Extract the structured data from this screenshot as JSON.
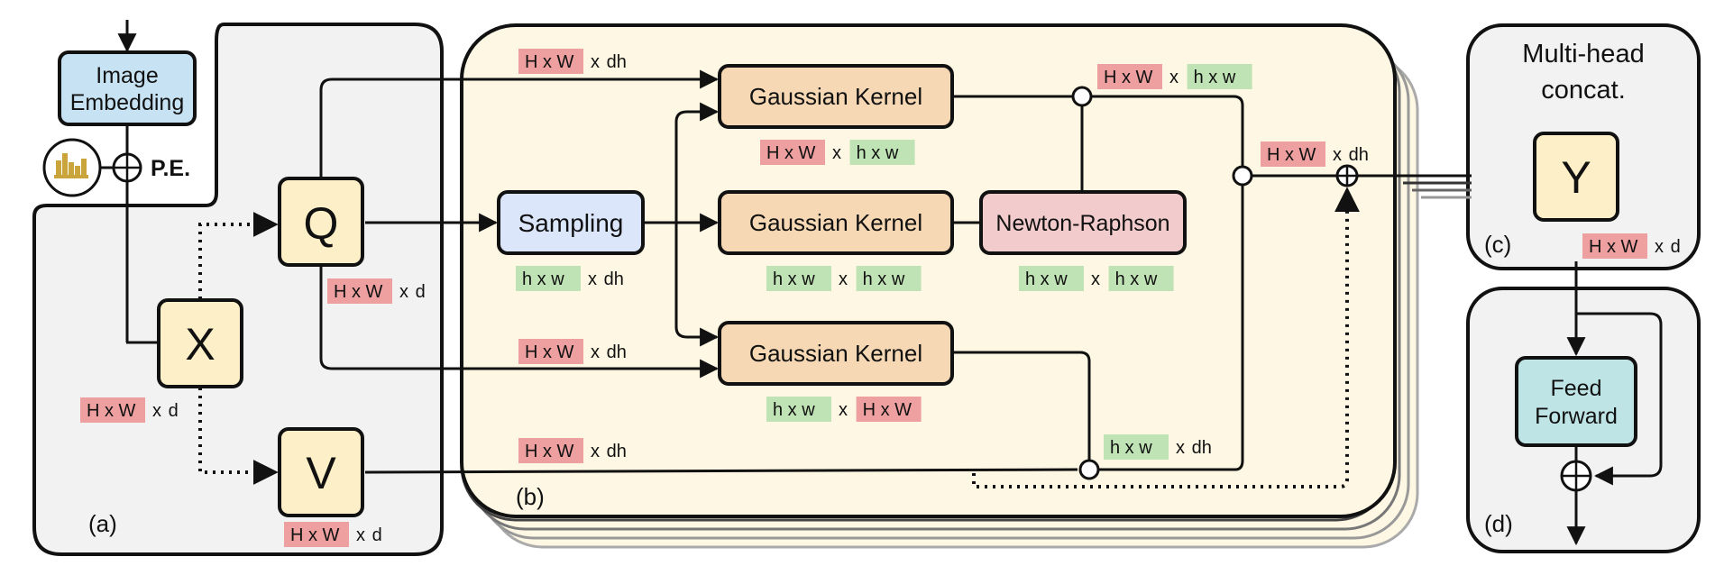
{
  "colors": {
    "panel_gray": "#f2f2f2",
    "panel_yellow": "#fdf7e3",
    "node_blue": "#c6e2f3",
    "node_lavender": "#dbe6fb",
    "node_yellow": "#fdf0c8",
    "node_orange": "#f6d8b4",
    "node_pink": "#f2cccc",
    "node_teal": "#bfe4e6",
    "tag_red": "#eea0a0",
    "tag_green": "#bfe3b4",
    "stroke": "#111111"
  },
  "panels": {
    "a": "(a)",
    "b": "(b)",
    "c": "(c)",
    "d": "(d)"
  },
  "nodes": {
    "image_embedding": [
      "Image",
      "Embedding"
    ],
    "pe": "P.E.",
    "x": "X",
    "q": "Q",
    "v": "V",
    "sampling": "Sampling",
    "gk_top": "Gaussian Kernel",
    "gk_mid": "Gaussian Kernel",
    "gk_bot": "Gaussian Kernel",
    "newton": "Newton-Raphson",
    "multihead": [
      "Multi-head",
      "concat."
    ],
    "y": "Y",
    "feedforward": [
      "Feed",
      "Forward"
    ]
  },
  "dims": {
    "x_out": {
      "a": "H x W",
      "sep": "x",
      "b": "d"
    },
    "q_out": {
      "a": "H x W",
      "sep": "x",
      "b": "d"
    },
    "v_out": {
      "a": "H x W",
      "sep": "x",
      "b": "d"
    },
    "q_top": {
      "a": "H x W",
      "sep": "x",
      "b": "dh"
    },
    "q_bot": {
      "a": "H x W",
      "sep": "x",
      "b": "dh"
    },
    "v_line": {
      "a": "H x W",
      "sep": "x",
      "b": "dh"
    },
    "sampling_out": {
      "a": "h x w",
      "sep": "x",
      "b": "dh"
    },
    "gk_top_out": {
      "a": "H x W",
      "sep": "x",
      "b": "h x w"
    },
    "gk_mid_out": {
      "a": "h x w",
      "sep": "x",
      "b": "h x w"
    },
    "gk_bot_out": {
      "a": "h x w",
      "sep": "x",
      "b": "H x W"
    },
    "newton_out": {
      "a": "h x w",
      "sep": "x",
      "b": "h x w"
    },
    "top_junction": {
      "a": "H x W",
      "sep": "x",
      "b": "h x w"
    },
    "merge": {
      "a": "H x W",
      "sep": "x",
      "b": "dh"
    },
    "v_junction": {
      "a": "h x w",
      "sep": "x",
      "b": "dh"
    },
    "y_out": {
      "a": "H x W",
      "sep": "x",
      "b": "d"
    }
  }
}
